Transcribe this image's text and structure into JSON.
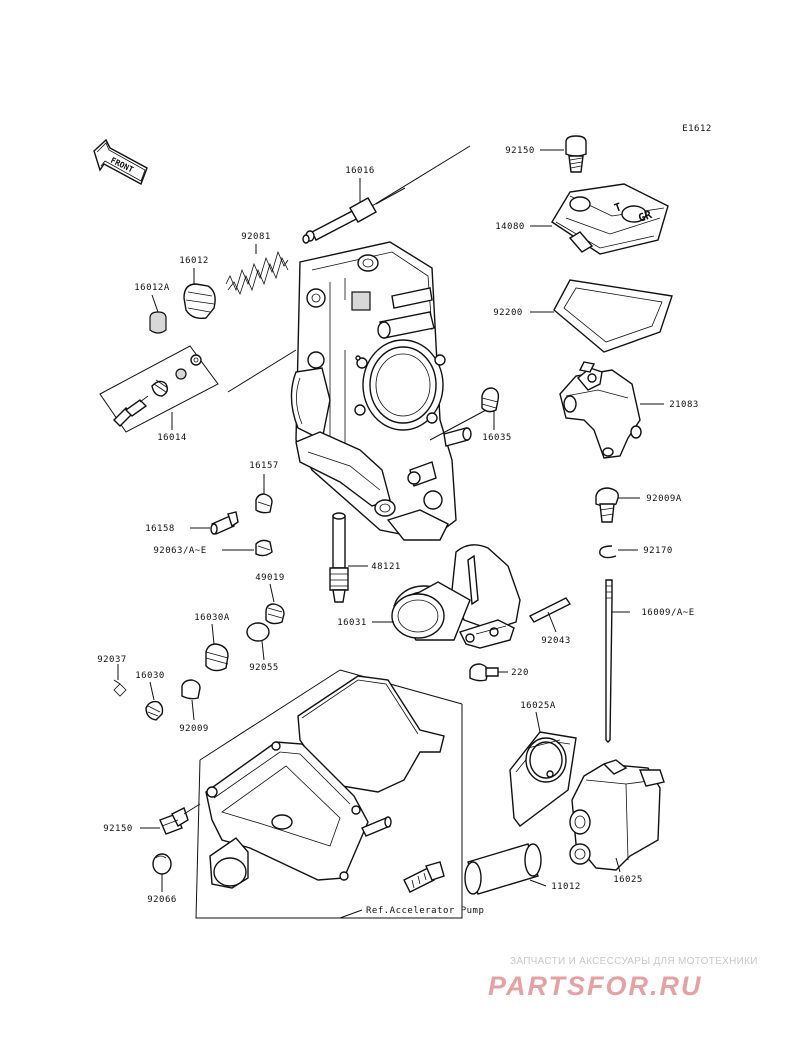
{
  "diagram_code": "E1612",
  "front_label": "FRONT",
  "labels": {
    "l92150_top": "92150",
    "l14080": "14080",
    "l92200": "92200",
    "l21083": "21083",
    "l16016": "16016",
    "l92081": "92081",
    "l16012": "16012",
    "l16012A": "16012A",
    "l16014": "16014",
    "l16035": "16035",
    "l16157": "16157",
    "l16158": "16158",
    "l92063": "92063/A~E",
    "l48121": "48121",
    "l49019": "49019",
    "l16030A": "16030A",
    "l92055": "92055",
    "l16031": "16031",
    "l92043": "92043",
    "l92009A": "92009A",
    "l92170": "92170",
    "l16009": "16009/A~E",
    "l220": "220",
    "l92037": "92037",
    "l16030": "16030",
    "l92009": "92009",
    "l16025A": "16025A",
    "l92150_bot": "92150",
    "l92066": "92066",
    "l11012": "11012",
    "l16025": "16025",
    "ref_note": "Ref.Accelerator Pump"
  },
  "watermark": {
    "subtitle": "ЗАПЧАСТИ И АКСЕССУАРЫ ДЛЯ МОТОТЕХНИКИ",
    "brand": "PARTSFOR.RU"
  }
}
